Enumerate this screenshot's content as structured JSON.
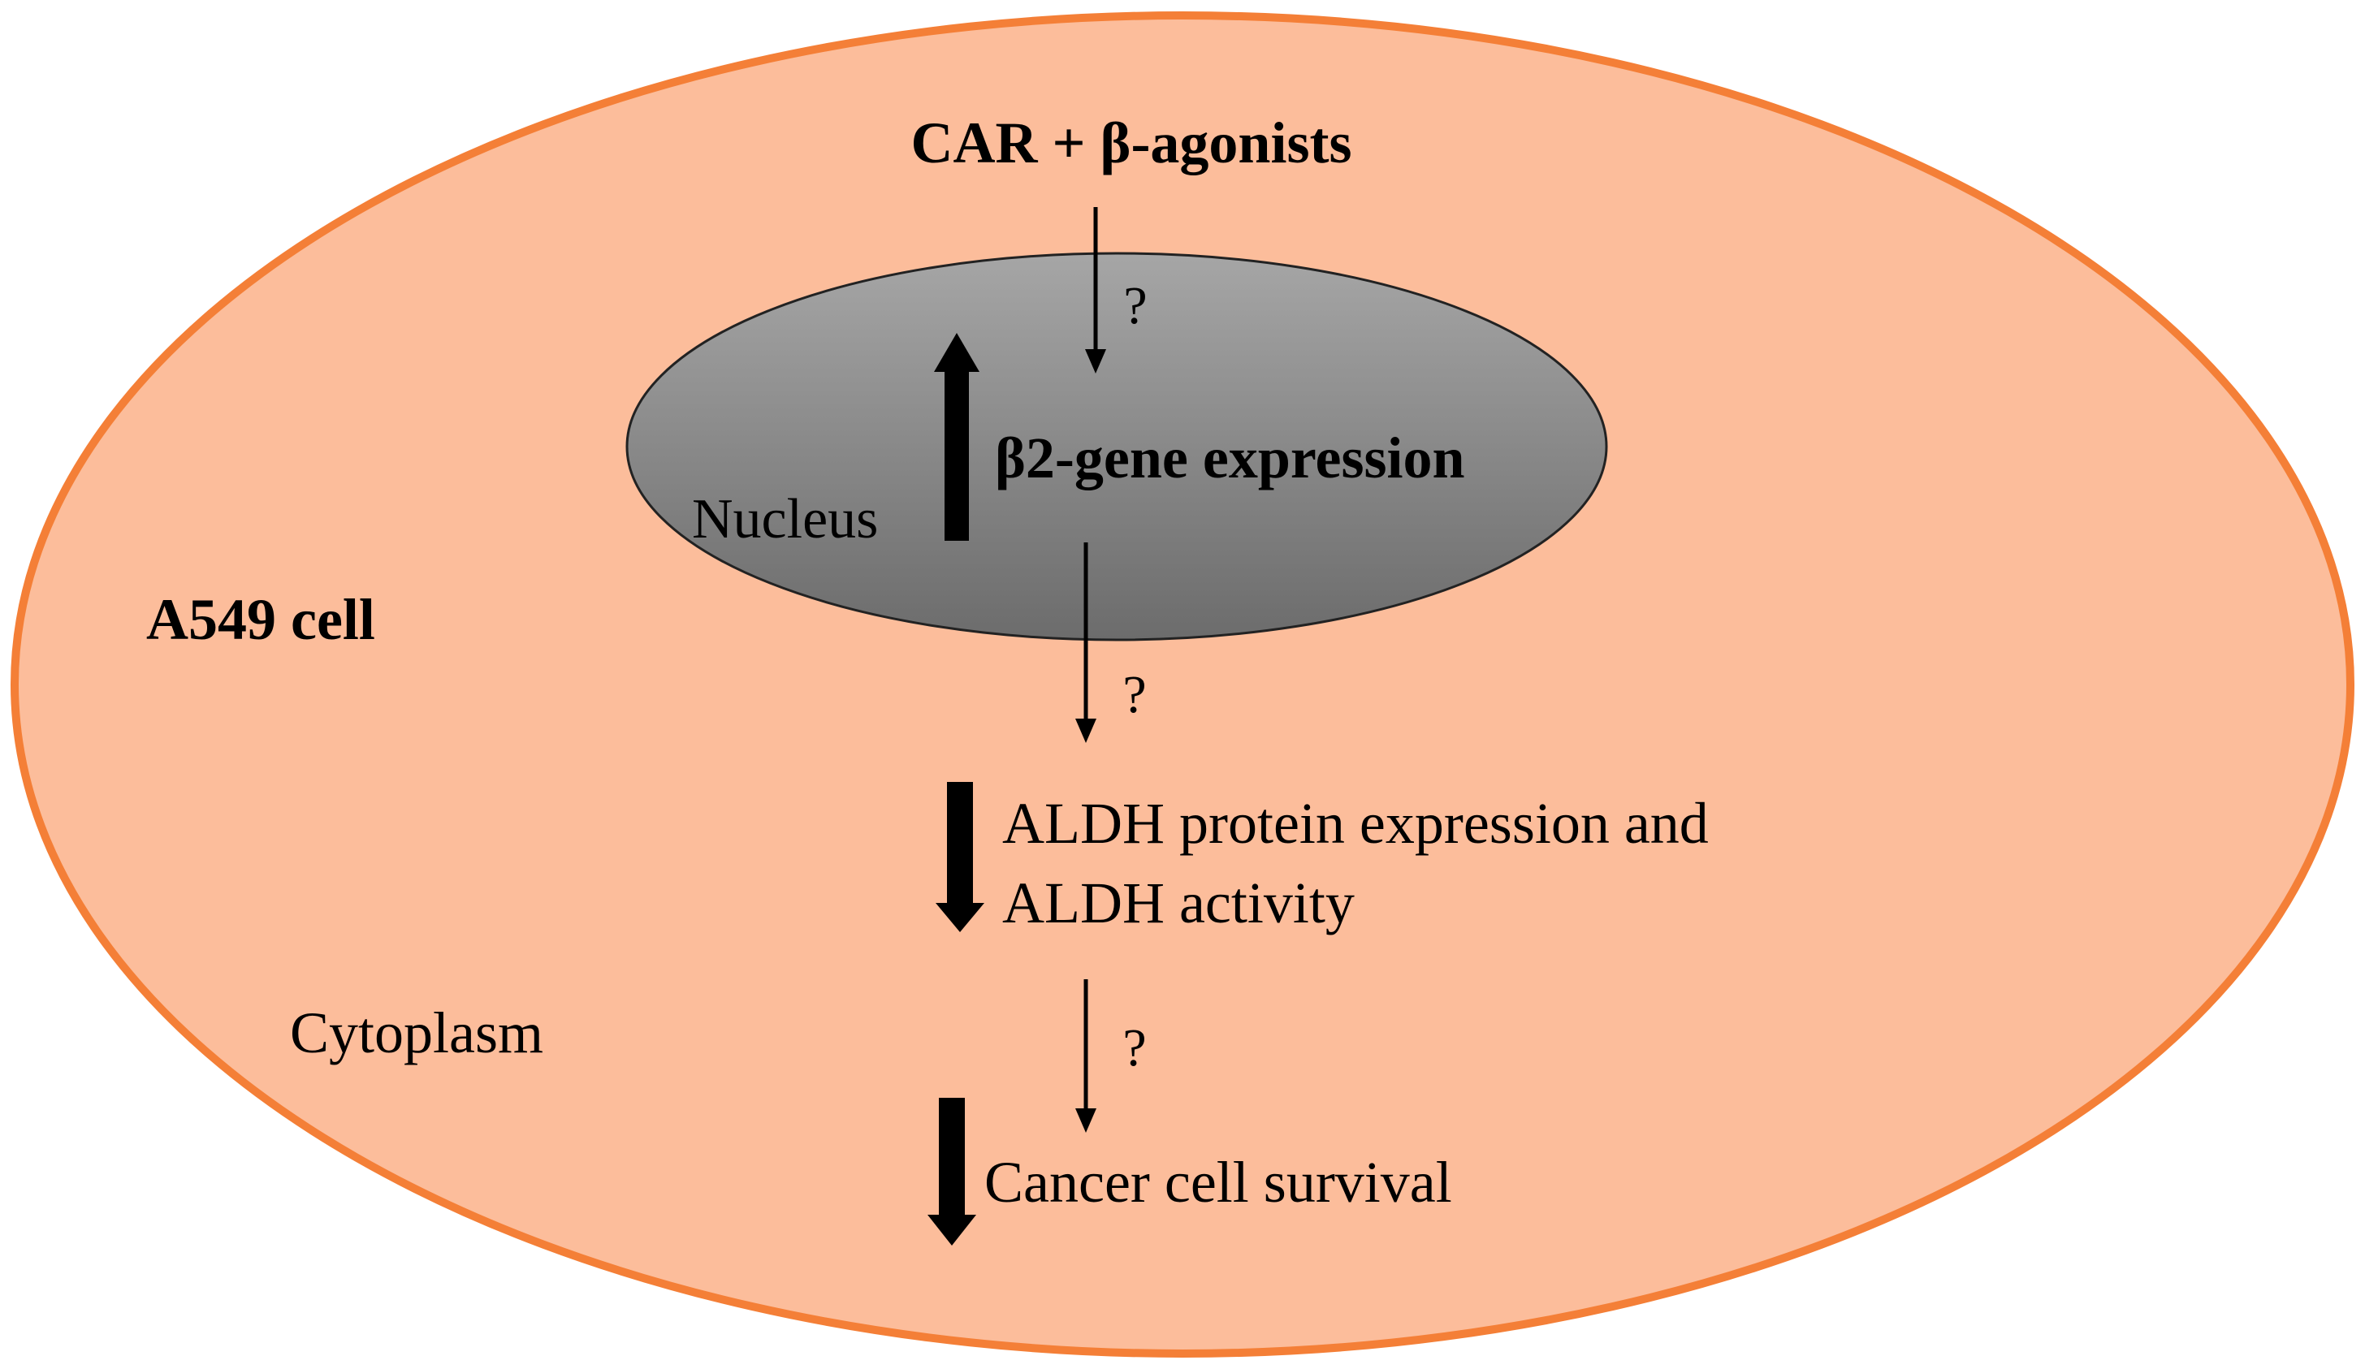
{
  "cell": {
    "label": "A549 cell",
    "fill_color": "#FCBD9B",
    "border_color": "#F47F37"
  },
  "nucleus": {
    "label": "Nucleus",
    "fill_top_color": "#A6A6A6",
    "fill_bottom_color": "#6C6C6C"
  },
  "cytoplasm": {
    "label": "Cytoplasm"
  },
  "stimulus": {
    "label": "CAR + β-agonists"
  },
  "steps": {
    "beta2_gene": {
      "label": "β2-gene expression",
      "direction": "up"
    },
    "aldh": {
      "line1": "ALDH protein expression and",
      "line2": "ALDH activity",
      "direction": "down"
    },
    "survival": {
      "label": "Cancer cell survival",
      "direction": "down"
    }
  },
  "links": [
    {
      "from": "stimulus",
      "to": "beta2_gene",
      "label": "?"
    },
    {
      "from": "beta2_gene",
      "to": "aldh",
      "label": "?"
    },
    {
      "from": "aldh",
      "to": "survival",
      "label": "?"
    }
  ]
}
